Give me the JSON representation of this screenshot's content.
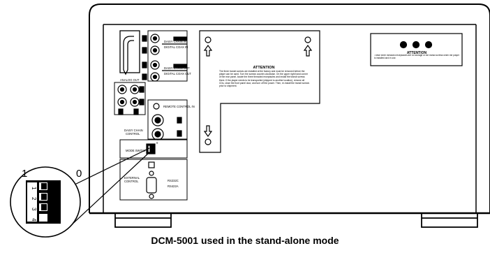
{
  "caption": "DCM-5001 used in the stand-alone mode",
  "panel_labels": {
    "daisy_chain_in": "DAISY CHAIN IN",
    "digital_coax_in": "DIGITAL COAX IN",
    "daisy_chain_out": "DAISY CHAIN OUT",
    "digital_coax_out": "DIGITAL COAX OUT",
    "analog_out": "ANALOG OUT",
    "remote_control_in": "REMOTE CONTROL IN",
    "daisy_chain_control": "DAISY CHAIN\nCONTROL",
    "mode_switch": "MODE SWITCH",
    "external_control": "EXTERNAL\nCONTROL",
    "rs232c": "RS232C",
    "rs422a": "RS422A",
    "switch_top_label": "0",
    "channel_1": "1",
    "channel_2": "2"
  },
  "attention_center": {
    "title": "ATTENTION",
    "body": "The three transit screws are installed at the factory and must be removed before the player can be used. Turn the screws counter-clockwise. On the upper right hand corner of the rear panel, locate the three threaded receptacles and install the transit screws there. If the player needs to be transported (shipped to another location), remove all CDs, close the front panel door, and turn off the power. Then, re-install the transit screws prior to shipment."
  },
  "attention_right": {
    "title": "ATTENTION",
    "body": "These three threaded receptacles are for storage of the transit screws when the player is installed and in use."
  },
  "zoom_inset": {
    "label_left": "1",
    "label_right": "0",
    "switch_numbers": [
      "1",
      "2",
      "3",
      "4"
    ],
    "switch_states": [
      "1",
      "1",
      "1",
      "0"
    ]
  },
  "colors": {
    "ink": "#000000",
    "paper": "#ffffff"
  }
}
